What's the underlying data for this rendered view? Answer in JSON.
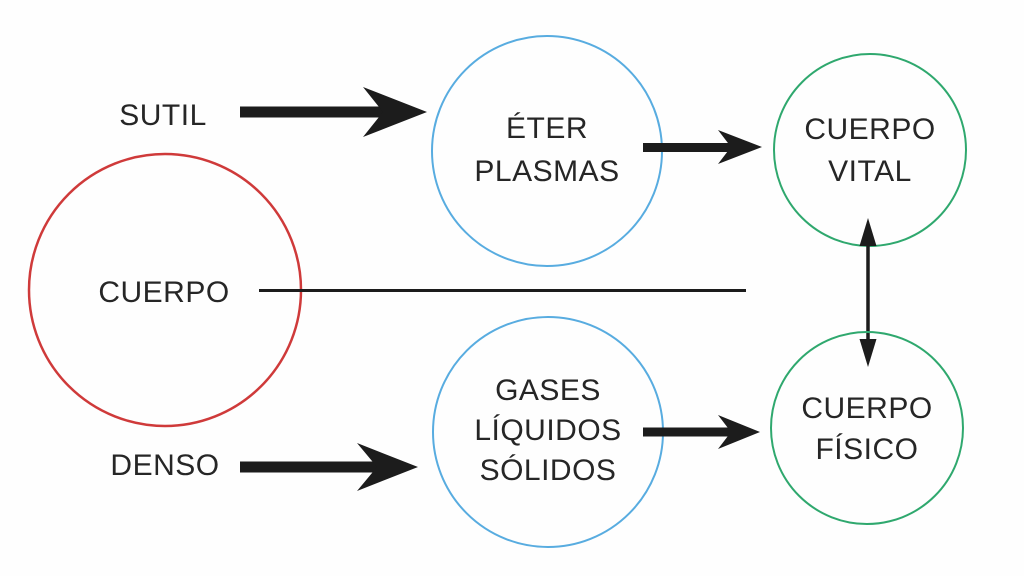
{
  "diagram": {
    "labels": {
      "sutil": "SUTIL",
      "denso": "DENSO"
    },
    "nodes": {
      "cuerpo": {
        "label": "CUERPO"
      },
      "eter_plasmas": {
        "line1": "ÉTER",
        "line2": "PLASMAS"
      },
      "cuerpo_vital": {
        "line1": "CUERPO",
        "line2": "VITAL"
      },
      "gases_liquidos_solidos": {
        "line1": "GASES",
        "line2": "LÍQUIDOS",
        "line3": "SÓLIDOS"
      },
      "cuerpo_fisico": {
        "line1": "CUERPO",
        "line2": "FÍSICO"
      }
    },
    "colors": {
      "red": "#cf3a3a",
      "blue": "#58ace0",
      "green": "#2fa86e",
      "black": "#1c1c1c",
      "text": "#262626",
      "background": "#fefefe"
    }
  }
}
